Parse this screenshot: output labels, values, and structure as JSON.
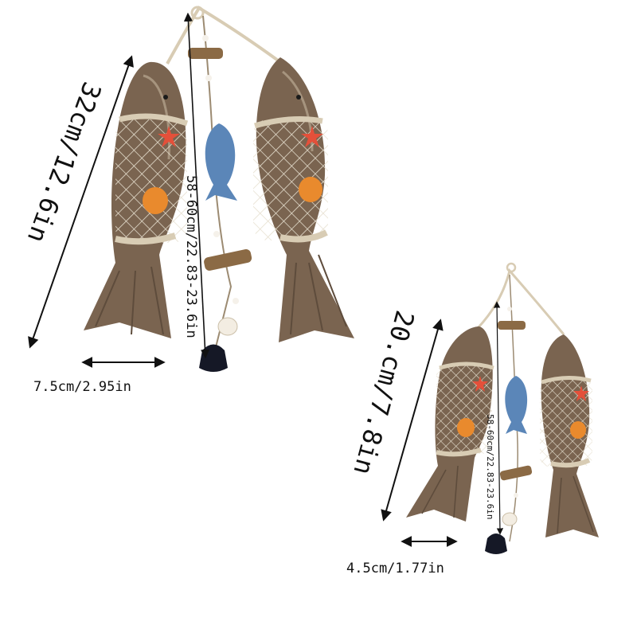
{
  "product": {
    "large_set": {
      "length_label": "32cm/12.6in",
      "width_label": "7.5cm/2.95in",
      "hanging_label": "58-60cm/22.83-23.6in"
    },
    "small_set": {
      "length_label": "20.cm/7.8in",
      "width_label": "4.5cm/1.77in",
      "hanging_label": "58-60cm/22.83-23.6in"
    }
  },
  "colors": {
    "wood": "#7a6450",
    "wood_light": "#b9a892",
    "net": "#e6dfcf",
    "rope": "#d8ccb4",
    "blue_fish": "#5b86b8",
    "starfish": "#e4503a",
    "shell": "#e98a2d",
    "bell": "#151826",
    "stick": "#8b6a45",
    "ink": "#111111"
  }
}
